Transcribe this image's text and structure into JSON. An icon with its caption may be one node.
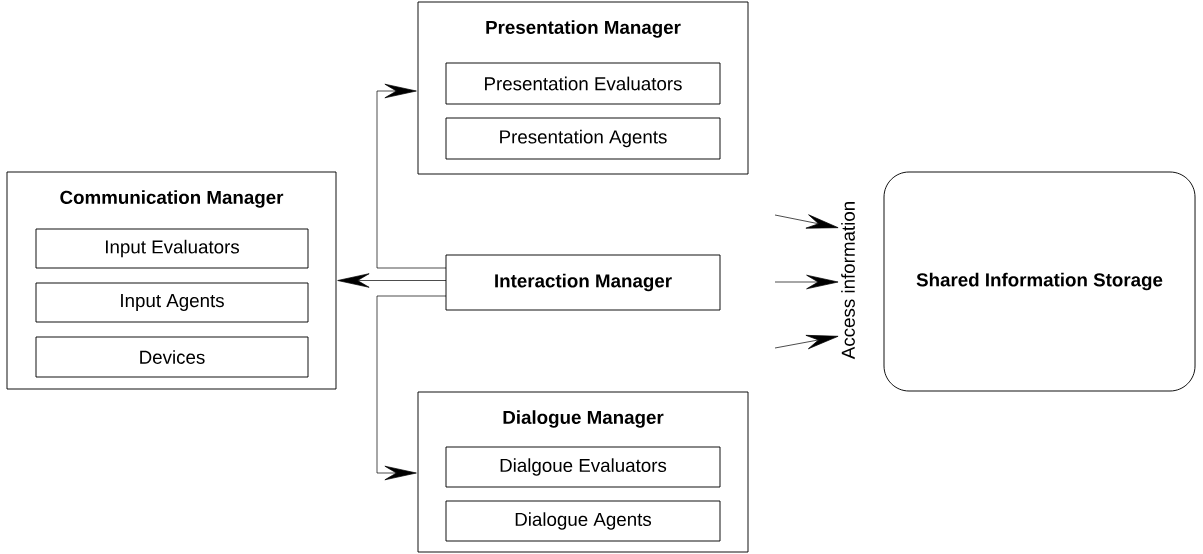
{
  "diagram": {
    "nodes": [
      {
        "text": [
          "Presentation Manager"
        ]
      },
      {
        "text": [
          "Presentation Evaluators"
        ],
        "in": 0
      },
      {
        "text": [
          "Presentation Agents"
        ],
        "in": 0
      },
      {
        "text": [
          "Communication Manager"
        ]
      },
      {
        "text": [
          "Input Evaluators"
        ],
        "in": 3
      },
      {
        "text": [
          "Input Agents"
        ],
        "in": 3
      },
      {
        "text": [
          "Devices"
        ],
        "in": 3
      },
      {
        "text": [
          "Interaction Manager"
        ]
      },
      {
        "text": [
          "Access information"
        ]
      },
      {
        "text": [
          "Shared Information Storage"
        ]
      },
      {
        "text": [
          "Dialogue Manager"
        ]
      },
      {
        "text": [
          "Dialgoue Evaluators"
        ],
        "in": 10
      },
      {
        "text": [
          "Dialogue Agents"
        ],
        "in": 10
      }
    ],
    "edges": [
      {
        "from": 7,
        "to": 0,
        "arrow": "to"
      },
      {
        "from": 7,
        "to": 3,
        "arrow": "to"
      },
      {
        "from": 7,
        "to": 10,
        "arrow": "to"
      },
      {
        "from": null,
        "to": 8,
        "arrow": "to"
      },
      {
        "from": null,
        "to": 8,
        "arrow": "to"
      },
      {
        "from": null,
        "to": 8,
        "arrow": "to"
      }
    ]
  }
}
